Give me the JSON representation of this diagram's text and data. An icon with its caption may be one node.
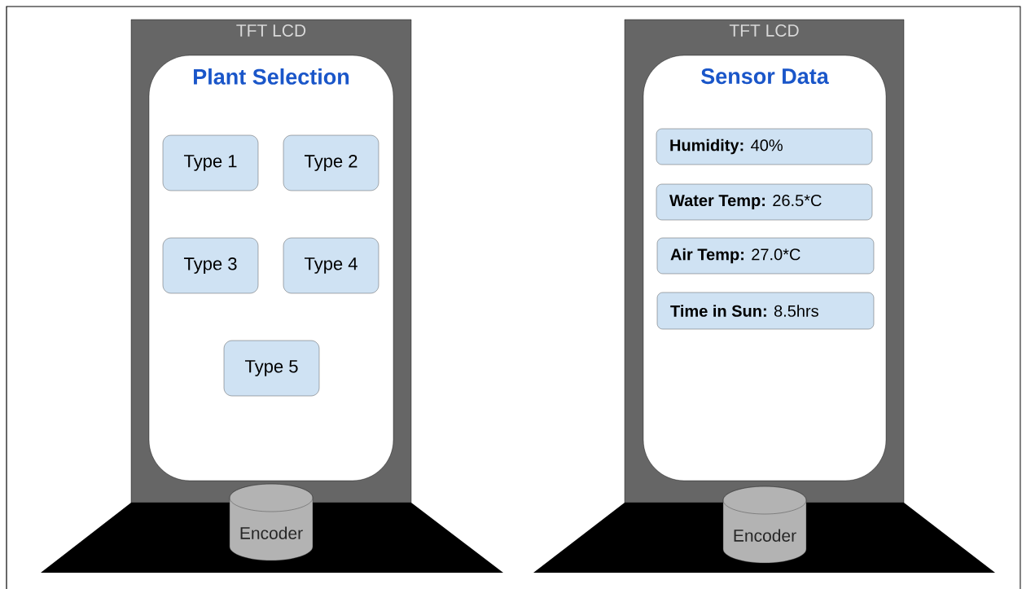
{
  "diagram": {
    "nodes": [
      {
        "text": [
          "TFT LCD"
        ]
      },
      {
        "text": [
          "Plant Selection"
        ],
        "in": 0
      },
      {
        "text": [
          "Type 1"
        ],
        "in": 1
      },
      {
        "text": [
          "Type 2"
        ],
        "in": 1
      },
      {
        "text": [
          "Type 3"
        ],
        "in": 1
      },
      {
        "text": [
          "Type 4"
        ],
        "in": 1
      },
      {
        "text": [
          "Type 5"
        ],
        "in": 1
      },
      {
        "text": [
          "Encoder"
        ]
      },
      {
        "text": [
          "TFT LCD"
        ]
      },
      {
        "text": [
          "Sensor Data"
        ],
        "in": 8
      },
      {
        "text": [
          "**Humidity:** 40%"
        ],
        "in": 9
      },
      {
        "text": [
          "**Water Temp:** 26.5*C"
        ],
        "in": 9
      },
      {
        "text": [
          "**Air Temp:** 27.0*C"
        ],
        "in": 9
      },
      {
        "text": [
          "**Time in Sun:** 8.5hrs"
        ],
        "in": 9
      },
      {
        "text": [
          "Encoder"
        ]
      },
      {
        "text": [],
        "shape": "trapezoid"
      },
      {
        "text": [],
        "shape": "trapezoid"
      }
    ]
  }
}
